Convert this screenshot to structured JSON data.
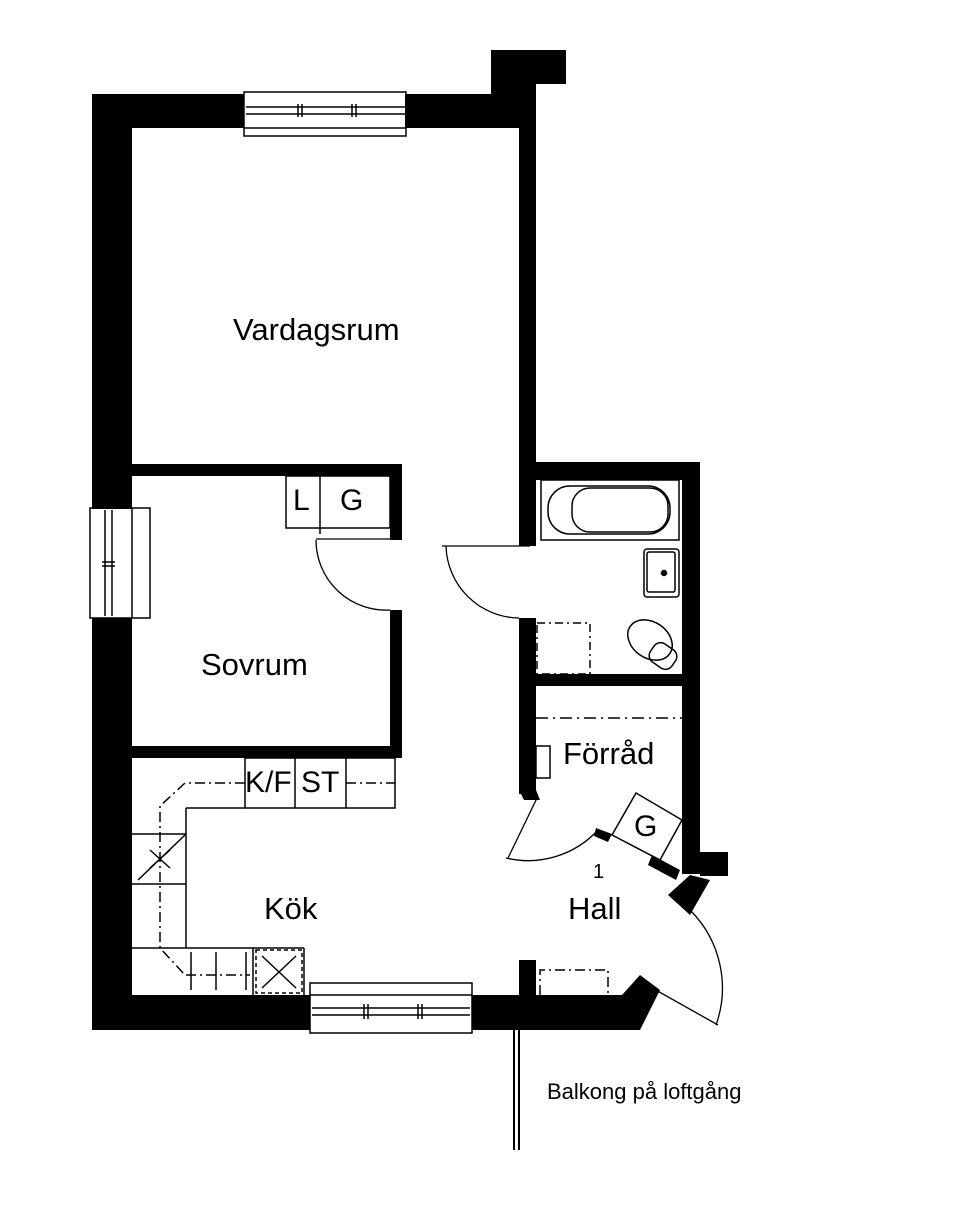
{
  "plan": {
    "title": "Apartment floor plan",
    "colors": {
      "wall": "#000000",
      "background": "#ffffff",
      "line": "#000000"
    },
    "rooms": {
      "vardagsrum": "Vardagsrum",
      "sovrum": "Sovrum",
      "kok": "Kök",
      "forrad": "Förråd",
      "hall": "Hall"
    },
    "fixtures": {
      "sovrum_wardrobe_l": "L",
      "sovrum_wardrobe_g": "G",
      "kitchen_fridge_freezer": "K/F",
      "kitchen_stove": "ST",
      "hall_wardrobe_g": "G"
    },
    "hall_number": "1",
    "balcony_label": "Balkong på loftgång"
  }
}
